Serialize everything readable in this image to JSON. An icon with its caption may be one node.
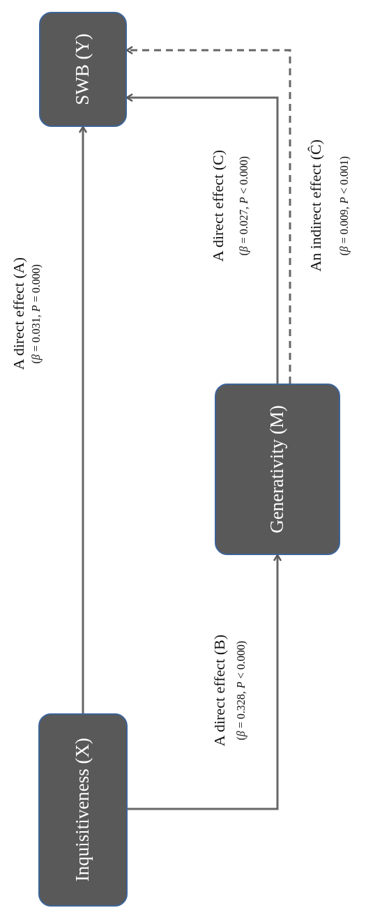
{
  "diagram": {
    "nodes": [
      {
        "text": [
          "SWB (Y)"
        ]
      },
      {
        "text": [
          "Generativity (M)"
        ]
      },
      {
        "text": [
          "Inquisitiveness (X)"
        ]
      }
    ],
    "edges": [
      {
        "from": 2,
        "to": 0,
        "arrow": "to",
        "label": "A direct effect (A)"
      },
      {
        "from": 2,
        "to": 1,
        "arrow": "to",
        "label": "A direct effect (B)"
      },
      {
        "from": 1,
        "to": 0,
        "arrow": "to",
        "label": "A direct effect (C)"
      },
      {
        "from": 1,
        "to": 0,
        "arrow": "to",
        "label": "An indirect effect (Ĉ)",
        "style": "dashed"
      }
    ],
    "labels": [
      "(*β* = 0.031, *P* = 0.000)",
      "(*β* = 0.328, *P* < 0.000)",
      "(*β* = 0.027, *P* < 0.000)",
      "(*β* = 0.009, *P* < 0.001)"
    ]
  }
}
